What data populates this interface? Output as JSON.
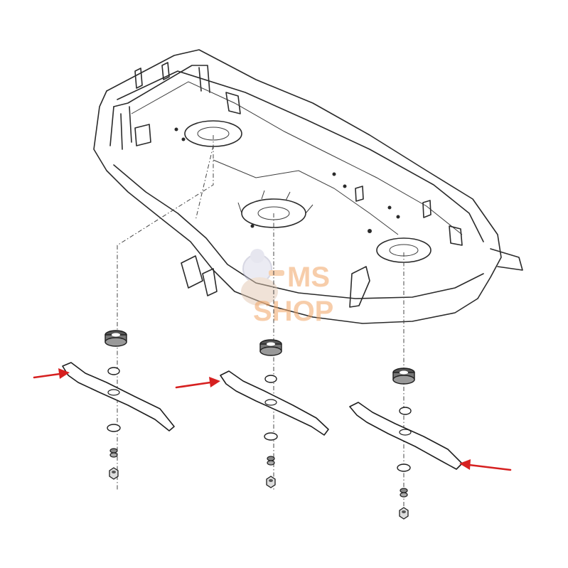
{
  "watermark": {
    "line1": "MS",
    "line2": "SHOP",
    "color": "#f0a464"
  },
  "colors": {
    "line": "#2a2a2a",
    "arrow": "#d62020",
    "background": "#ffffff"
  },
  "parts": {
    "deck": "mower-deck",
    "spindle_count": 3,
    "blade_count": 3,
    "highlighted": "blade"
  }
}
